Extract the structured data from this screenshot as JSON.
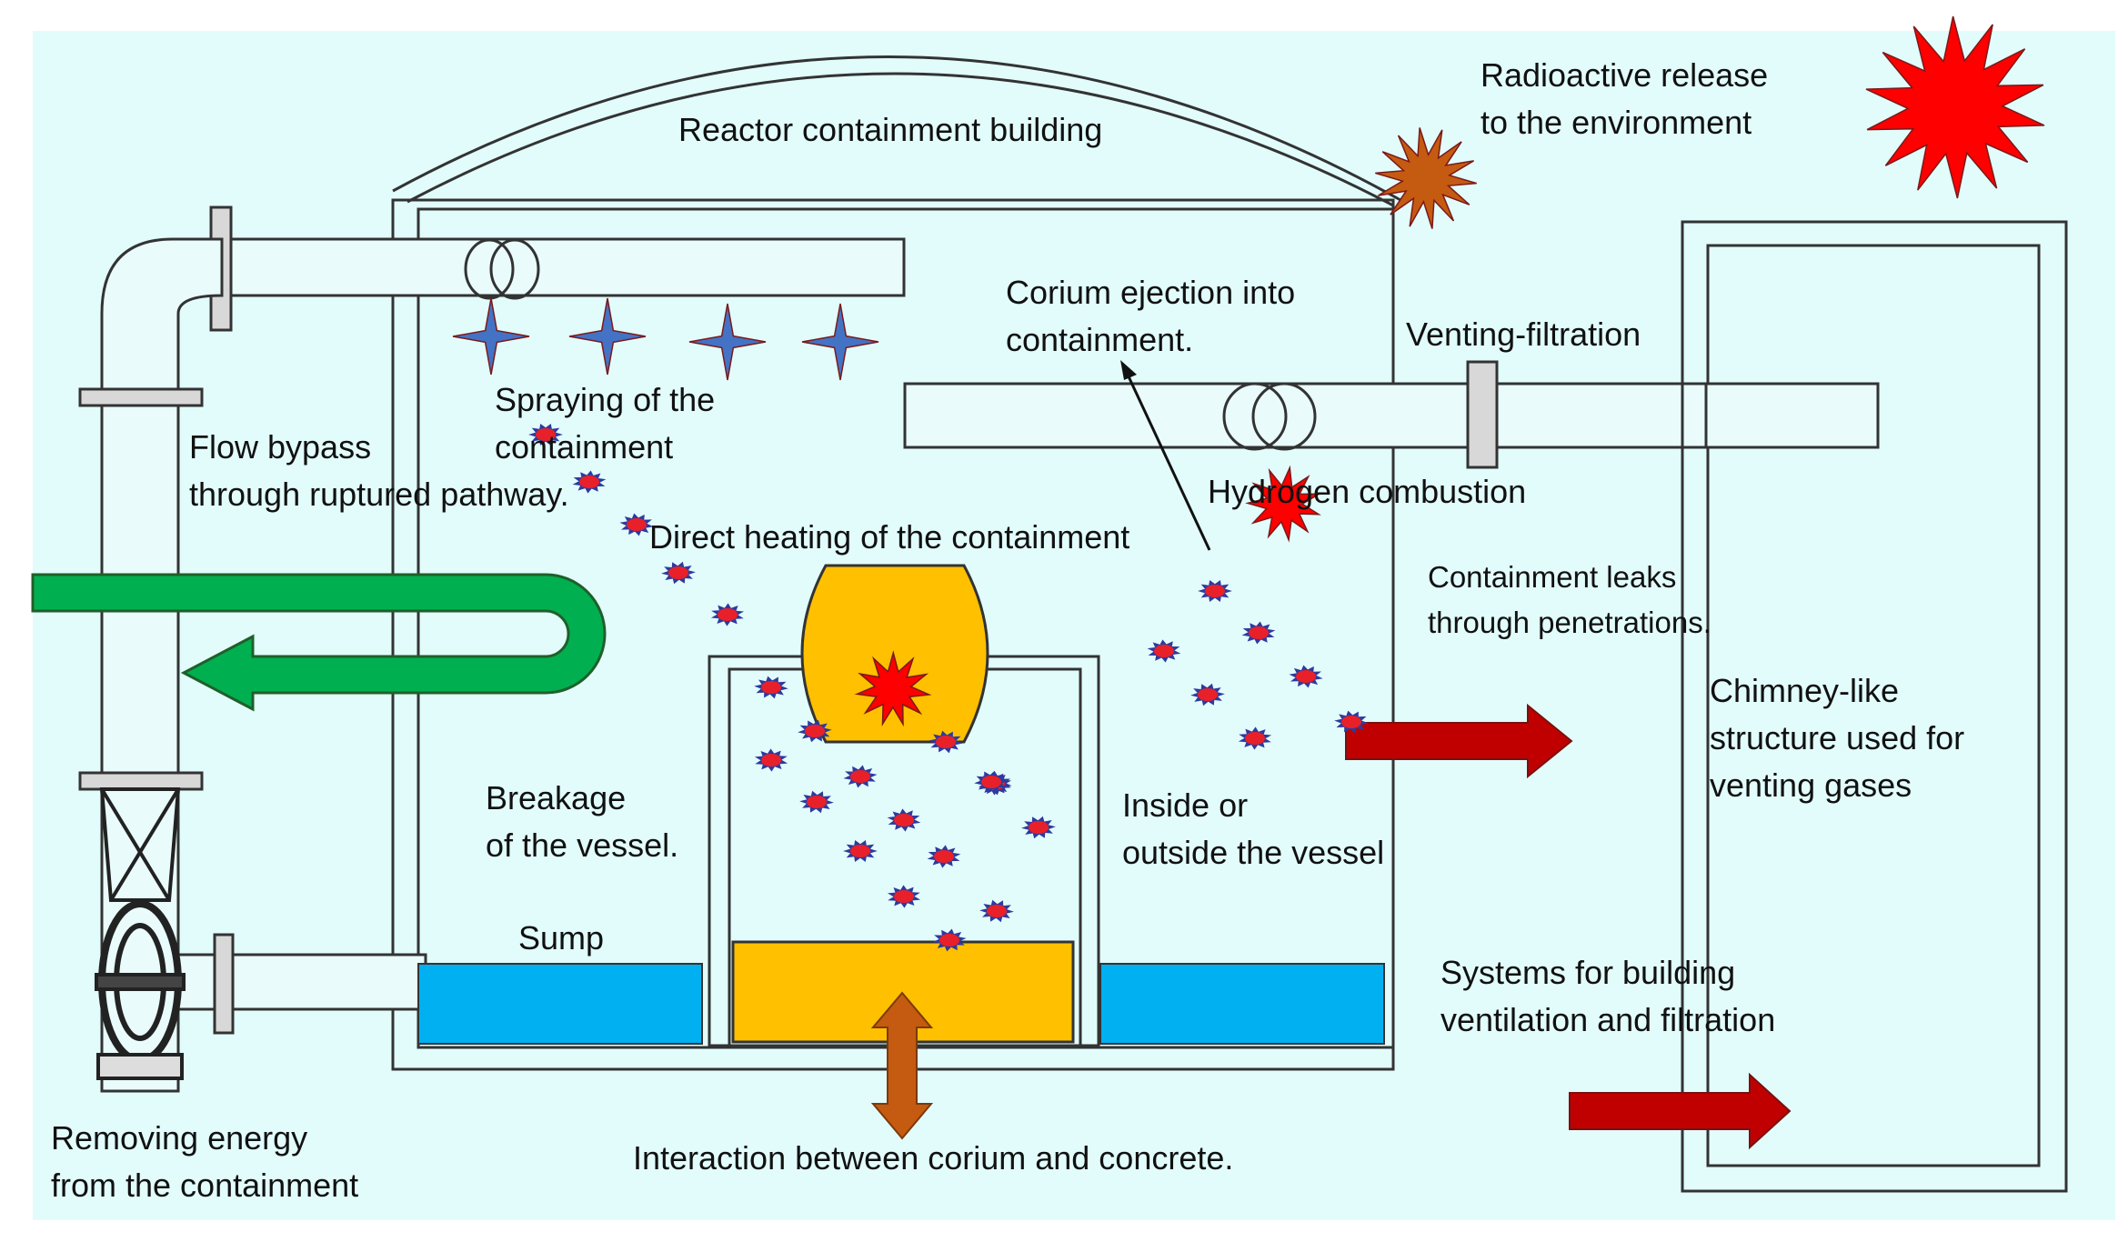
{
  "colors": {
    "background": "#e2fcfc",
    "water": "#00b0f0",
    "corium": "#ffc000",
    "spray_star": "#4472c4",
    "green_arrow": "#00b050",
    "red_arrow": "#c00000",
    "brown_arrow": "#c55a11",
    "explosion_red": "#ff0000",
    "explosion_brown": "#c55a11",
    "particle": "#e8202a",
    "particle_edge": "#2e3a9e"
  },
  "labels": {
    "reactor_building": "Reactor containment building",
    "radioactive_release": [
      "Radioactive release",
      "to the environment"
    ],
    "corium_ejection": [
      "Corium ejection into",
      "containment."
    ],
    "venting_filtration": "Venting-filtration",
    "spraying": [
      "Spraying of the",
      "containment"
    ],
    "flow_bypass": [
      "Flow bypass",
      "through ruptured pathway."
    ],
    "hydrogen_combustion": "Hydrogen combustion",
    "direct_heating": "Direct heating of the containment",
    "containment_leaks": [
      "Containment leaks",
      "through penetrations."
    ],
    "chimney": [
      "Chimney-like",
      "structure used for",
      "venting gases"
    ],
    "breakage": [
      "Breakage",
      "of the vessel."
    ],
    "inside_outside": [
      "Inside or",
      "outside the vessel"
    ],
    "sump": "Sump",
    "ventilation_systems": [
      "Systems for building",
      "ventilation and filtration"
    ],
    "removing_energy": [
      "Removing energy",
      "from the containment"
    ],
    "interaction": "Interaction between corium and concrete."
  },
  "icons": {
    "spray": "four-point-star-icon",
    "explosion": "explosion-burst-icon",
    "particle": "corium-droplet-icon",
    "pump": "pump-icon",
    "valve": "valve-loop-icon",
    "flange": "pipe-flange-icon"
  }
}
